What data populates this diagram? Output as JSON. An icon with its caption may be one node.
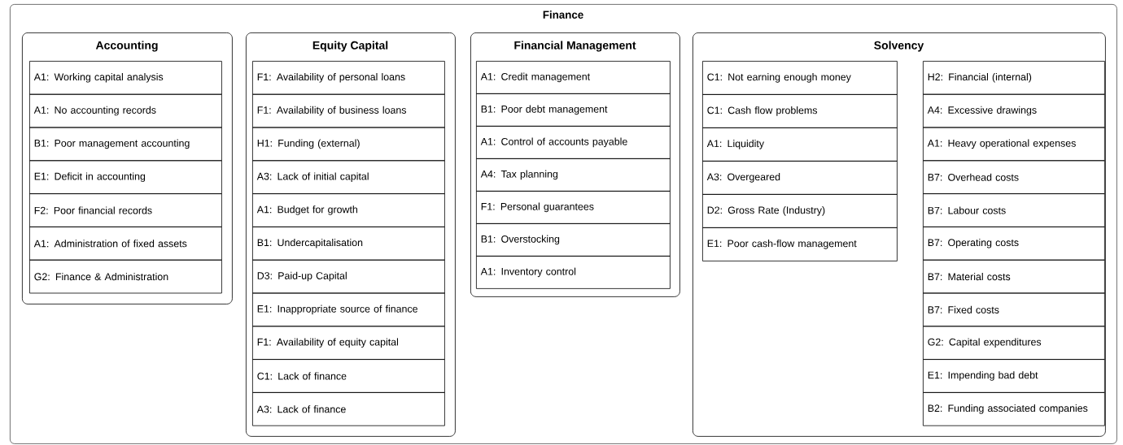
{
  "diagram": {
    "nodes": [
      {
        "text": [
          "Finance"
        ]
      },
      {
        "text": [
          "Accounting"
        ],
        "in": 0
      },
      {
        "text": [
          "A1: Working capital analysis"
        ],
        "in": 1
      },
      {
        "text": [
          "A1: No accounting records"
        ],
        "in": 1
      },
      {
        "text": [
          "B1: Poor management accounting"
        ],
        "in": 1
      },
      {
        "text": [
          "E1: Deficit in accounting"
        ],
        "in": 1
      },
      {
        "text": [
          "F2: Poor financial records"
        ],
        "in": 1
      },
      {
        "text": [
          "A1: Administration of fixed assets"
        ],
        "in": 1
      },
      {
        "text": [
          "G2: Finance & Administration"
        ],
        "in": 1
      },
      {
        "text": [
          "Equity Capital"
        ],
        "in": 0
      },
      {
        "text": [
          "F1: Availability of personal loans"
        ],
        "in": 9
      },
      {
        "text": [
          "F1: Availability of business loans"
        ],
        "in": 9
      },
      {
        "text": [
          "H1: Funding (external)"
        ],
        "in": 9
      },
      {
        "text": [
          "A3: Lack of initial capital"
        ],
        "in": 9
      },
      {
        "text": [
          "A1: Budget for growth"
        ],
        "in": 9
      },
      {
        "text": [
          "B1: Undercapitalisation"
        ],
        "in": 9
      },
      {
        "text": [
          "D3: Paid-up Capital"
        ],
        "in": 9
      },
      {
        "text": [
          "E1: Inappropriate source of finance"
        ],
        "in": 9
      },
      {
        "text": [
          "F1: Availability of equity capital"
        ],
        "in": 9
      },
      {
        "text": [
          "C1: Lack of finance"
        ],
        "in": 9
      },
      {
        "text": [
          "A3: Lack of finance"
        ],
        "in": 9
      },
      {
        "text": [
          "Financial Management"
        ],
        "in": 0
      },
      {
        "text": [
          "A1: Credit management"
        ],
        "in": 21
      },
      {
        "text": [
          "B1: Poor debt management"
        ],
        "in": 21
      },
      {
        "text": [
          "A1: Control of accounts payable"
        ],
        "in": 21
      },
      {
        "text": [
          "A4: Tax planning"
        ],
        "in": 21
      },
      {
        "text": [
          "F1: Personal guarantees"
        ],
        "in": 21
      },
      {
        "text": [
          "B1: Overstocking"
        ],
        "in": 21
      },
      {
        "text": [
          "A1: Inventory control"
        ],
        "in": 21
      },
      {
        "text": [
          "Solvency"
        ],
        "in": 0
      },
      {
        "text": [
          "C1: Not earning enough money"
        ],
        "in": 29
      },
      {
        "text": [
          "C1: Cash flow problems"
        ],
        "in": 29
      },
      {
        "text": [
          "A1: Liquidity"
        ],
        "in": 29
      },
      {
        "text": [
          "A3: Overgeared"
        ],
        "in": 29
      },
      {
        "text": [
          "D2: Gross Rate (Industry)"
        ],
        "in": 29
      },
      {
        "text": [
          "E1: Poor cash-flow management"
        ],
        "in": 29
      },
      {
        "text": [
          "H2: Financial (internal)"
        ],
        "in": 29
      },
      {
        "text": [
          "A4: Excessive drawings"
        ],
        "in": 29
      },
      {
        "text": [
          "A1: Heavy operational expenses"
        ],
        "in": 29
      },
      {
        "text": [
          "B7: Overhead costs"
        ],
        "in": 29
      },
      {
        "text": [
          "B7: Labour costs"
        ],
        "in": 29
      },
      {
        "text": [
          "B7: Operating costs"
        ],
        "in": 29
      },
      {
        "text": [
          "B7: Material costs"
        ],
        "in": 29
      },
      {
        "text": [
          "B7: Fixed costs"
        ],
        "in": 29
      },
      {
        "text": [
          "G2: Capital expenditures"
        ],
        "in": 29
      },
      {
        "text": [
          "E1: Impending bad debt"
        ],
        "in": 29
      },
      {
        "text": [
          "B2: Funding associated companies"
        ],
        "in": 29
      }
    ]
  }
}
